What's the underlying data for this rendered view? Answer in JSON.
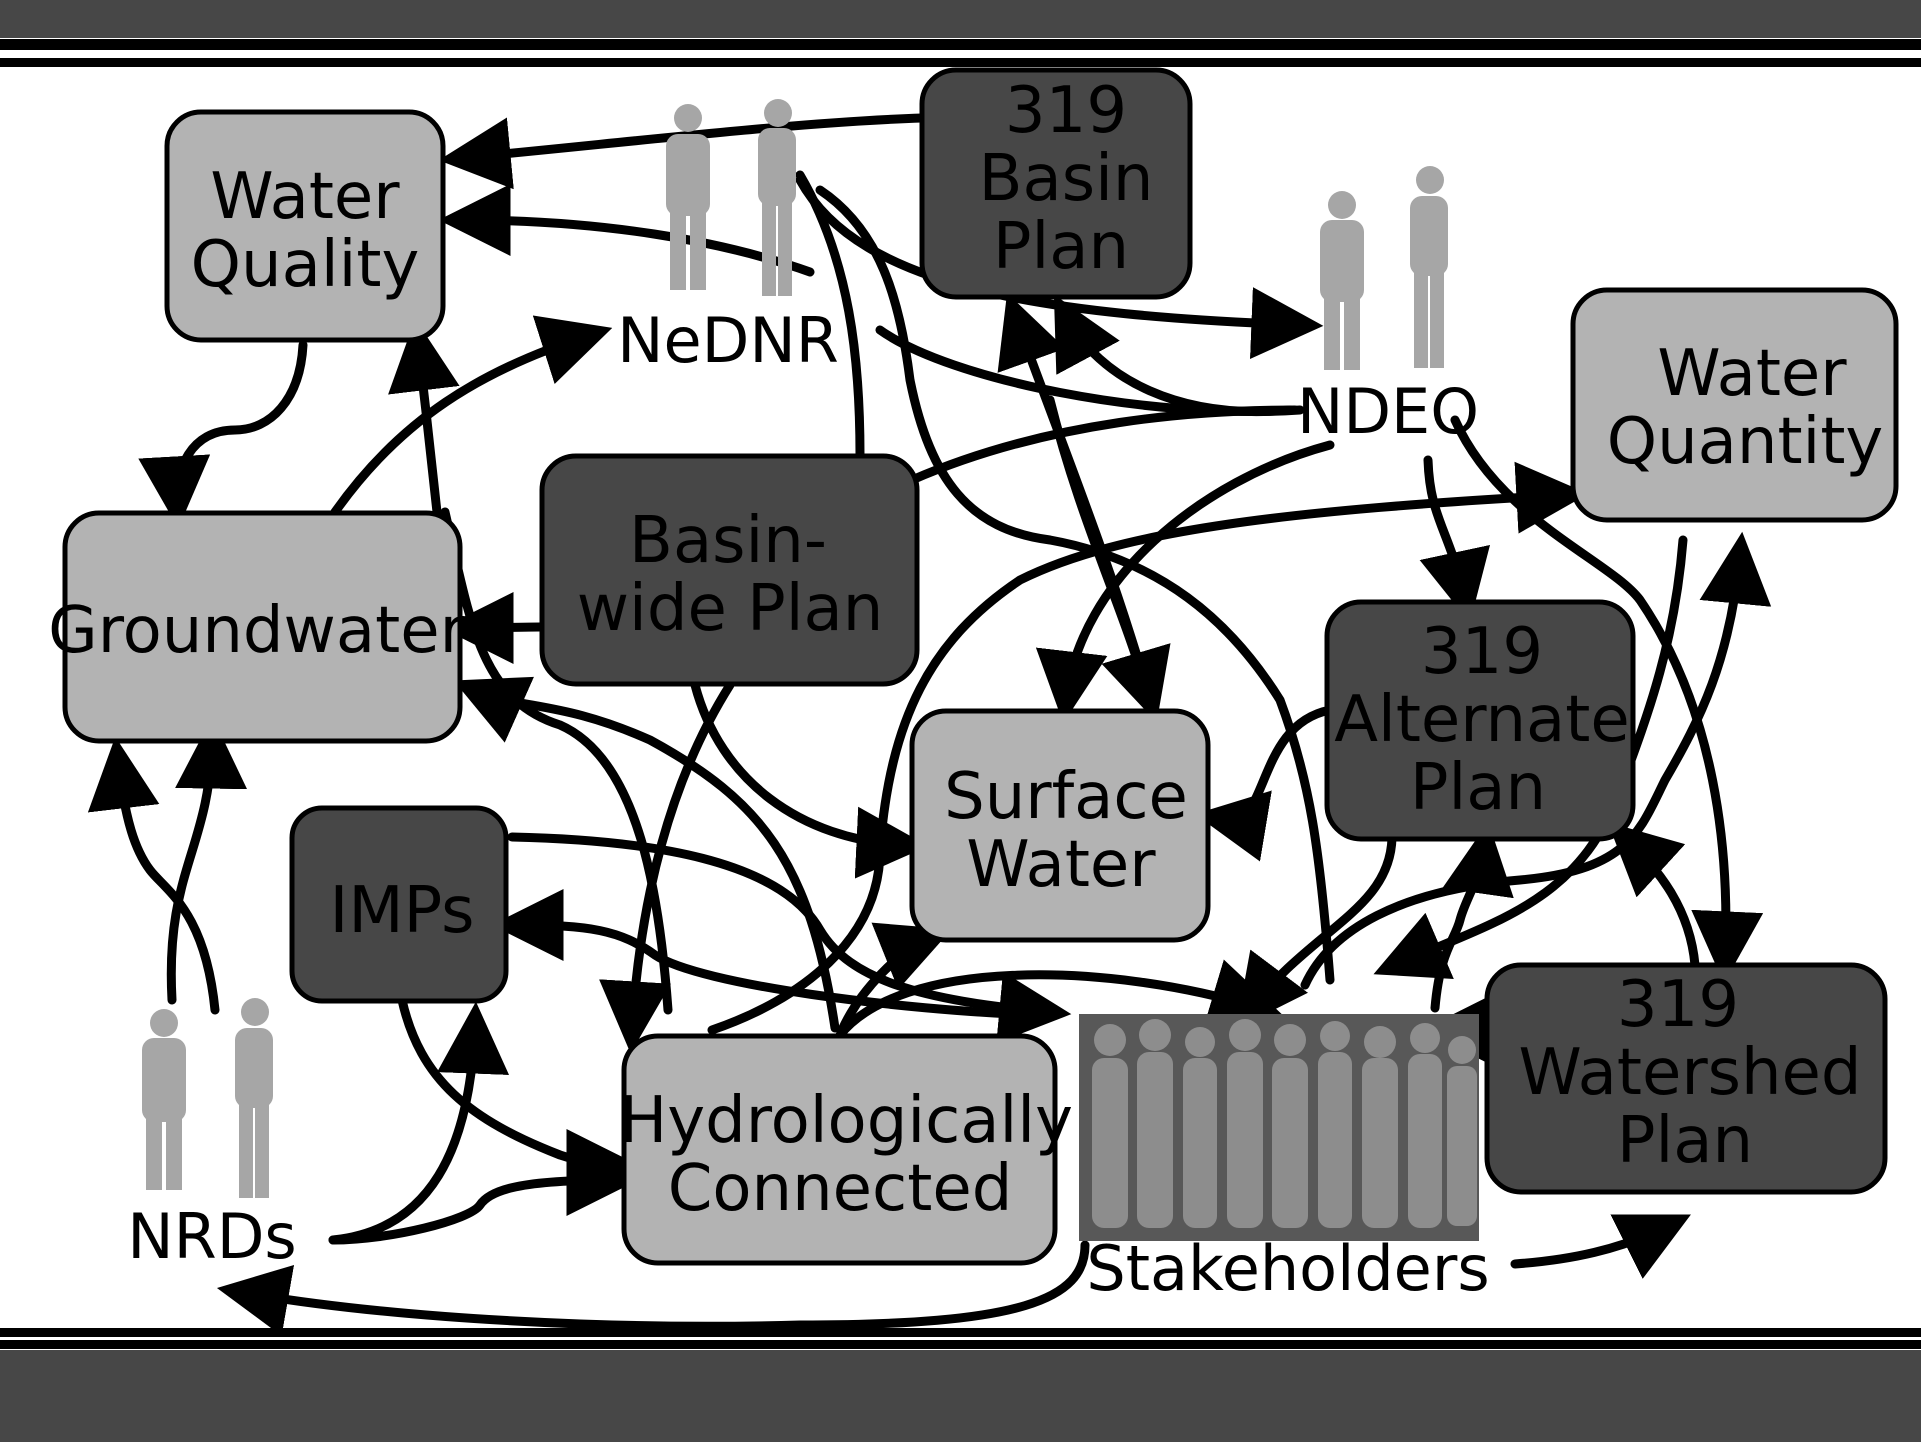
{
  "colors": {
    "banner": "#474747",
    "light_box": "#b3b3b3",
    "dark_box": "#474747",
    "person_silhouette": "#a6a6a6",
    "crowd_background": "#585858",
    "crowd_silhouette": "#8d8d8d"
  },
  "boxes": {
    "water_quality": [
      "Water",
      "Quality"
    ],
    "basin319": [
      "319",
      "Basin",
      "Plan"
    ],
    "water_quantity": [
      "Water",
      "Quantity"
    ],
    "groundwater": [
      "Groundwater"
    ],
    "basinwide": [
      "Basin-",
      "wide Plan"
    ],
    "alternate319": [
      "319",
      "Alternate",
      "Plan"
    ],
    "surface_water": [
      "Surface",
      "Water"
    ],
    "imps": [
      "IMPs"
    ],
    "hydro": [
      "Hydrologically",
      "Connected"
    ],
    "watershed319": [
      "319",
      "Watershed",
      "Plan"
    ]
  },
  "actors": {
    "nednr": "NeDNR",
    "ndeq": "NDEQ",
    "nrds": "NRDs",
    "stakeholders": "Stakeholders"
  },
  "icons": {
    "people": "person-pair-icon",
    "crowd": "crowd-icon"
  }
}
